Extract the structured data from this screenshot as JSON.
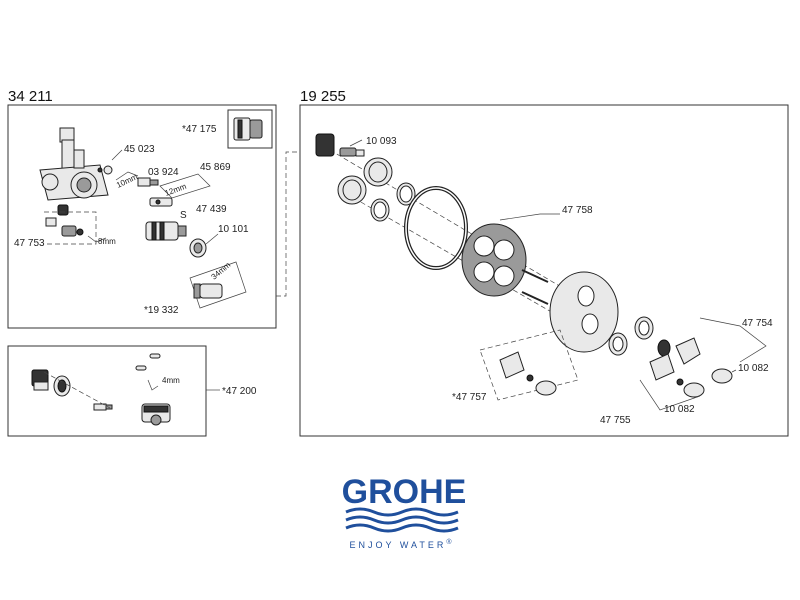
{
  "sections": {
    "left_top": {
      "title": "34 211",
      "labels": {
        "p47175": "*47 175",
        "p45023": "45 023",
        "p03924": "03 924",
        "p45869": "45 869",
        "p47439": "47 439",
        "pS": "S",
        "p10101": "10 101",
        "p47753": "47 753",
        "p19332": "*19 332",
        "d10mm": "10mm",
        "d12mm": "12mm",
        "d8mm": "8mm",
        "d34mm": "34mm"
      }
    },
    "left_bottom": {
      "labels": {
        "p47200": "*47 200",
        "d4mm": "4mm"
      }
    },
    "right": {
      "title": "19 255",
      "labels": {
        "p10093": "10 093",
        "p47758": "47 758",
        "p47754": "47 754",
        "p10082a": "10 082",
        "p47757": "*47 757",
        "p47755": "47 755",
        "p10082b": "10 082"
      }
    }
  },
  "brand": {
    "name": "GROHE",
    "tagline": "ENJOY WATER",
    "registered": "®",
    "color": "#1f4f9c"
  }
}
